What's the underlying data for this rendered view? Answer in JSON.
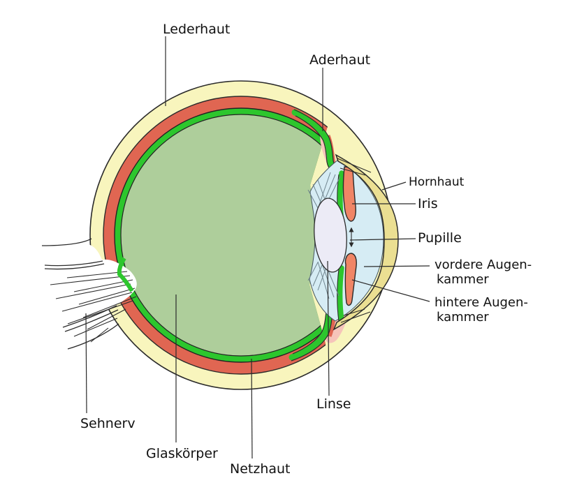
{
  "labels": {
    "lederhaut": "Lederhaut",
    "aderhaut": "Aderhaut",
    "hornhaut": "Hornhaut",
    "iris": "Iris",
    "pupille": "Pupille",
    "vordere_line1": "vordere Augen-",
    "vordere_line2": "kammer",
    "hintere_line1": "hintere Augen-",
    "hintere_line2": "kammer",
    "linse": "Linse",
    "sehnerv": "Sehnerv",
    "glaskoerper": "Glaskörper",
    "netzhaut": "Netzhaut"
  },
  "colors": {
    "background": "#ffffff",
    "sclera": "#f8f5bd",
    "choroid": "#e06652",
    "retina": "#2dc62d",
    "vitreous": "#aece9b",
    "cornea": "#ebdf92",
    "anterior_chamber": "#d6ecf4",
    "lens": "#ecebf6",
    "iris_body": "#f08566",
    "ciliary_body": "#f6c4ba",
    "outline": "#2b2b2b"
  }
}
